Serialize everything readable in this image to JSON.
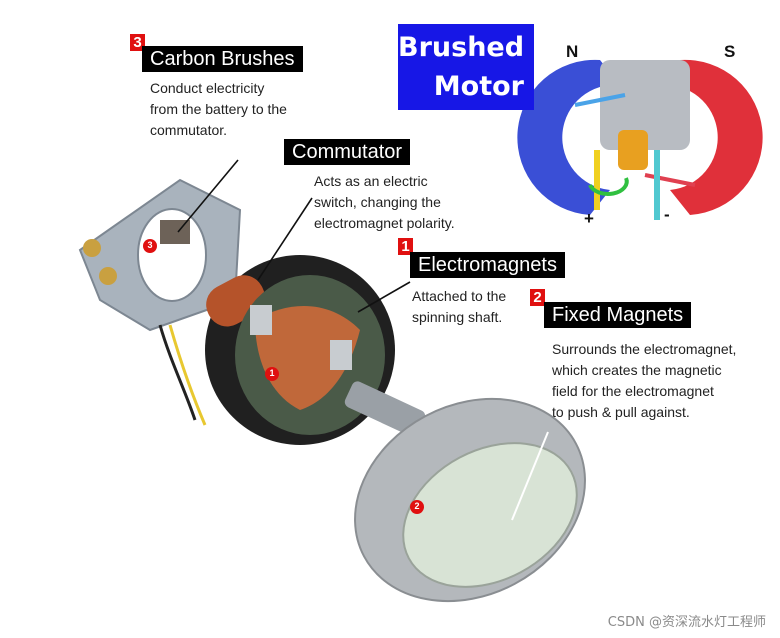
{
  "title": {
    "line1": "Brushed",
    "line2": "Motor"
  },
  "parts": [
    {
      "number": "3",
      "name": "Carbon Brushes",
      "description": [
        "Conduct electricity",
        "from the battery to the",
        "commutator."
      ]
    },
    {
      "name": "Commutator",
      "description": [
        "Acts as an electric",
        "switch, changing the",
        "electromagnet polarity."
      ]
    },
    {
      "number": "1",
      "name": "Electromagnets",
      "description": [
        "Attached to the",
        "spinning shaft."
      ]
    },
    {
      "number": "2",
      "name": "Fixed Magnets",
      "description": [
        "Surrounds the electromagnet,",
        "which creates the magnetic",
        "field for the electromagnet",
        "to push & pull against."
      ]
    }
  ],
  "inset": {
    "north": "N",
    "south": "S",
    "plus": "+",
    "minus": "-"
  },
  "markers": [
    "3",
    "1",
    "2"
  ],
  "watermark": "CSDN @资深流水灯工程师",
  "colors": {
    "title_bg": "#1717e6",
    "number_tag": "#e01010",
    "north_pole": "#3a4fd6",
    "south_pole": "#e0303a",
    "copper": "#b5532a"
  }
}
